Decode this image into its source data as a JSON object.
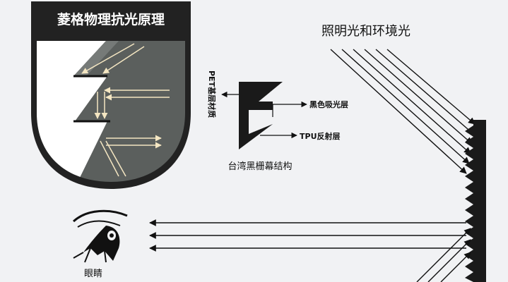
{
  "badge": {
    "title": "菱格物理抗光原理"
  },
  "ambient": {
    "title": "照明光和环境光"
  },
  "structure": {
    "caption": "台湾黑栅幕结构",
    "pet_label": "PET基层材质",
    "black_layer_label": "黑色吸光层",
    "tpu_label": "TPU反射层"
  },
  "viewer": {
    "label": "眼睛"
  }
}
